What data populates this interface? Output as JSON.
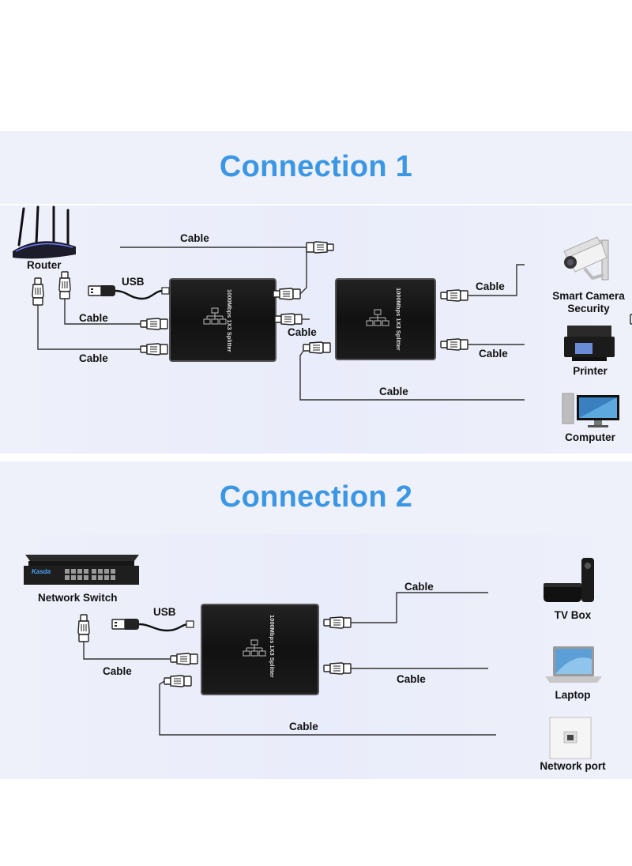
{
  "connection1": {
    "title": "Connection 1",
    "labels": {
      "router": "Router",
      "usb": "USB",
      "cable_top": "Cable",
      "cable_left_1": "Cable",
      "cable_left_2": "Cable",
      "cable_middle": "Cable",
      "cable_camera": "Cable",
      "cable_printer": "Cable",
      "cable_computer": "Cable"
    },
    "devices": {
      "camera": "Smart Camera\nSecurity",
      "printer": "Printer",
      "computer": "Computer"
    },
    "splitter_text": "1000Mbps 1X3 Splitter"
  },
  "connection2": {
    "title": "Connection 2",
    "labels": {
      "switch": "Network Switch",
      "usb": "USB",
      "cable_left": "Cable",
      "cable_tv": "Cable",
      "cable_laptop": "Cable",
      "cable_port": "Cable"
    },
    "devices": {
      "tvbox": "TV Box",
      "laptop": "Laptop",
      "netport": "Network port"
    },
    "switch_brand": "Kasda",
    "splitter_text": "1000Mbps 1X3 Splitter"
  },
  "icons": [
    "router-icon",
    "usb-plug-icon",
    "rj45-connector-icon",
    "splitter-box",
    "camera-icon",
    "printer-icon",
    "computer-icon",
    "network-switch-icon",
    "tv-box-icon",
    "laptop-icon",
    "wall-network-port-icon"
  ]
}
